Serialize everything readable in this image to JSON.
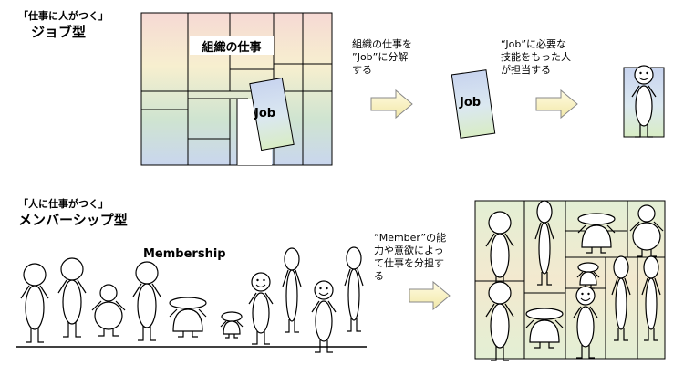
{
  "job": {
    "tagline": "「仕事に人がつく」",
    "title": "ジョブ型",
    "org_label": "組織の仕事",
    "job_label": "Job",
    "step1": "組織の仕事を\n”Job”に分解\nする",
    "step2": "“Job”に必要な\n技能をもった人\nが担当する"
  },
  "member": {
    "tagline": "「人に仕事がつく」",
    "title": "メンバーシップ型",
    "group_label": "Membership",
    "step": "“Member”の能\n力や意欲によっ\nて仕事を分担す\nる"
  },
  "colors": {
    "outline": "#000000",
    "arrow_fill": "#fdf6c8",
    "arrow_stroke": "#777777"
  }
}
